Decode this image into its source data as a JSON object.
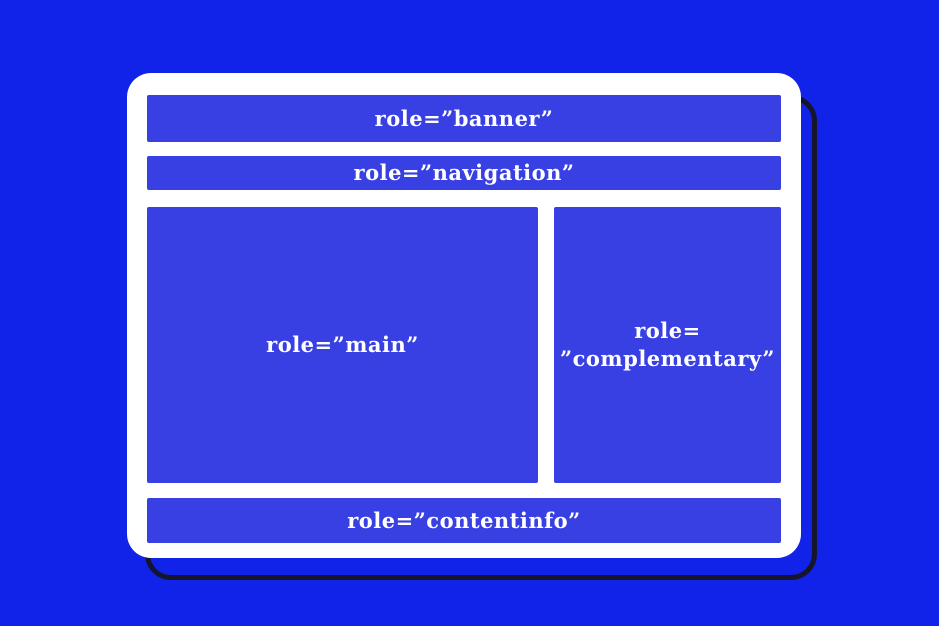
{
  "colors": {
    "page_background": "#1123e8",
    "region_fill": "#3840e4",
    "card_background": "#ffffff",
    "shadow_outline": "#15152b",
    "label_text": "#ffffff"
  },
  "regions": {
    "banner": {
      "label": "role=”banner”"
    },
    "navigation": {
      "label": "role=”navigation”"
    },
    "main": {
      "label": "role=”main”"
    },
    "complementary": {
      "label_line1": "role=",
      "label_line2": "”complementary”"
    },
    "contentinfo": {
      "label": "role=”contentinfo”"
    }
  }
}
